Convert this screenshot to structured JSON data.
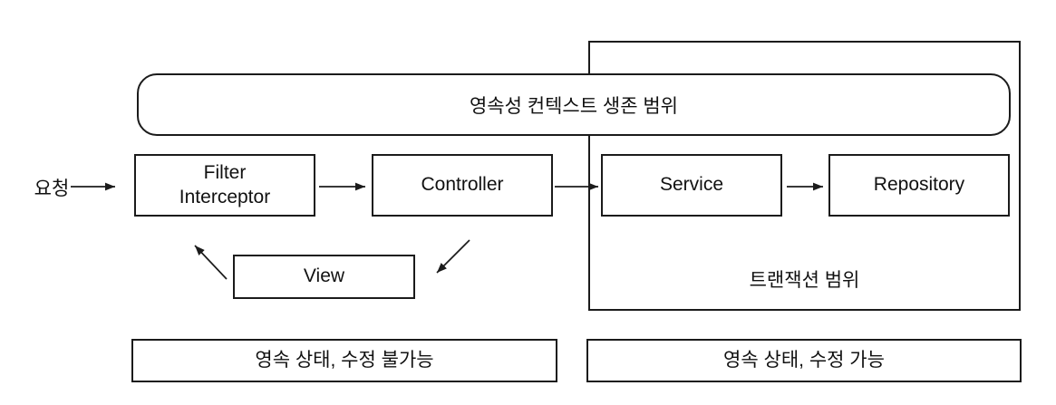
{
  "diagram": {
    "title_scope": {
      "persistence_context_label": "영속성 컨텍스트 생존 범위",
      "transaction_label": "트랜잭션 범위"
    },
    "request_label": "요청",
    "nodes": {
      "filter_interceptor": {
        "line1": "Filter",
        "line2": "Interceptor"
      },
      "controller": {
        "label": "Controller"
      },
      "service": {
        "label": "Service"
      },
      "repository": {
        "label": "Repository"
      },
      "view": {
        "label": "View"
      }
    },
    "legend": {
      "detached_label": "영속 상태, 수정 불가능",
      "managed_label": "영속 상태, 수정 가능"
    },
    "colors": {
      "line": "#1b1b1b",
      "background": "#ffffff",
      "text": "#111111"
    }
  }
}
